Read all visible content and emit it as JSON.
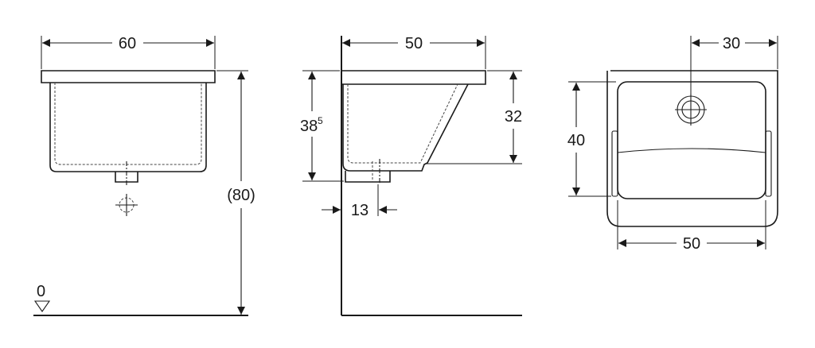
{
  "front_view": {
    "width_label": "60",
    "height_label": "(80)",
    "floor_label": "0"
  },
  "side_view": {
    "width_label": "50",
    "bowl_height_label": "38",
    "bowl_height_sup": "5",
    "front_height_label": "32",
    "wall_offset_label": "13"
  },
  "top_view": {
    "drain_offset_label": "30",
    "depth_label": "40",
    "inner_width_label": "50"
  }
}
